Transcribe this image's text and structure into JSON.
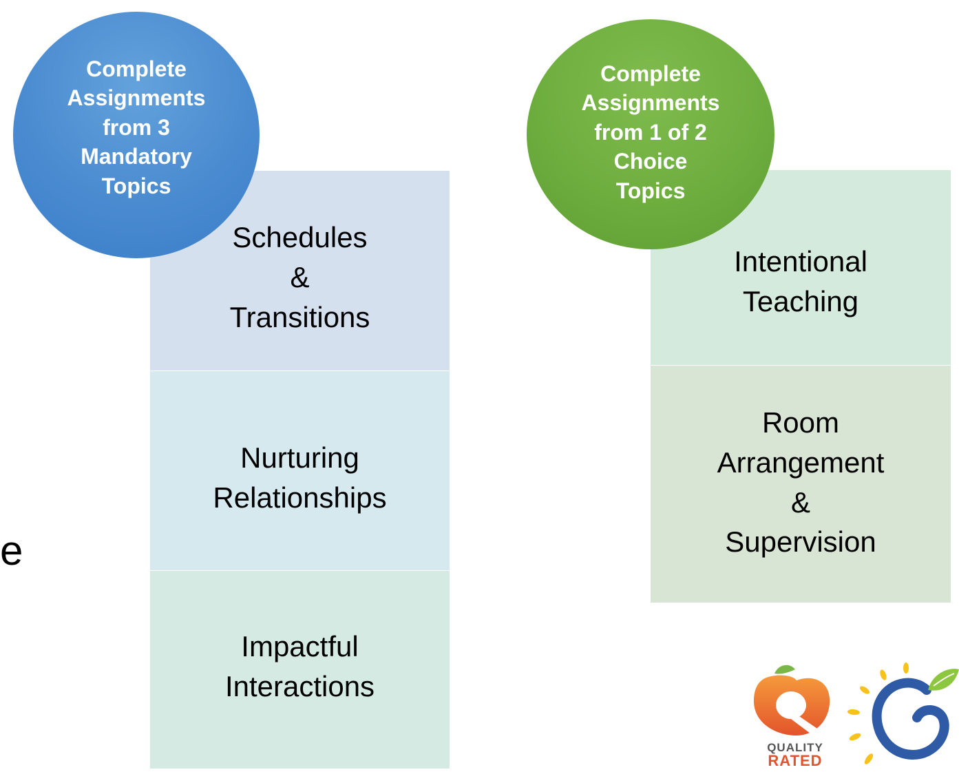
{
  "left": {
    "circle_label": "Complete\nAssignments\nfrom 3\nMandatory\nTopics",
    "topics": [
      "Schedules\n&\nTransitions",
      "Nurturing\nRelationships",
      "Impactful\nInteractions"
    ],
    "colors": [
      "#d5e0ef",
      "#d5e9ef",
      "#d4eae2"
    ]
  },
  "right": {
    "circle_label": "Complete\nAssignments\nfrom 1 of 2\nChoice\nTopics",
    "topics": [
      "Intentional\nTeaching",
      "Room\nArrangement\n&\nSupervision"
    ],
    "colors": [
      "#d4eadc",
      "#d9e5d4"
    ]
  },
  "stray_text": "e",
  "logo": {
    "quality_line1": "QUALITY",
    "quality_line2": "RATED"
  }
}
